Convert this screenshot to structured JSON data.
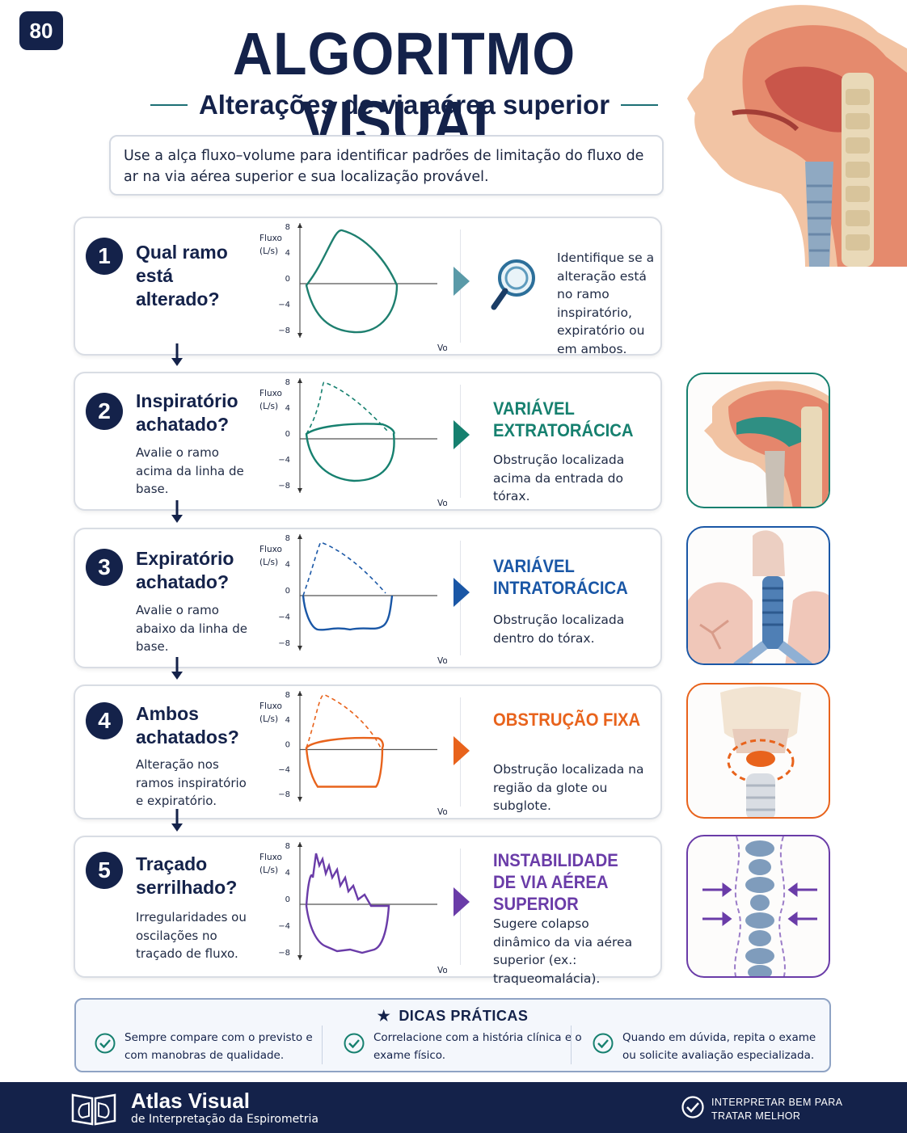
{
  "page_number": "80",
  "title": "ALGORITMO VISUAL",
  "subtitle": "Alterações de via aérea superior",
  "intro": "Use a alça fluxo–volume para identificar padrões de limitação do fluxo de ar na via aérea superior e sua localização provável.",
  "chart_labels": {
    "y_label_line1": "Fluxo",
    "y_label_line2": "(L/s)",
    "x_label": "Volume (L)",
    "y_ticks": [
      "8",
      "4",
      "0",
      "−4",
      "−8"
    ]
  },
  "chart_data": [
    {
      "type": "line",
      "step": 1,
      "ylabel": "Fluxo (L/s)",
      "xlabel": "Volume (L)",
      "ylim": [
        -8,
        8
      ],
      "yticks": [
        8,
        4,
        0,
        -4,
        -8
      ],
      "series": [],
      "note_colors": {
        "line": "#1e7f6f"
      }
    },
    {
      "type": "line",
      "step": 2,
      "ylabel": "Fluxo (L/s)",
      "xlabel": "Volume (L)",
      "ylim": [
        -8,
        8
      ],
      "yticks": [
        8,
        4,
        0,
        -4,
        -8
      ],
      "series": []
    },
    {
      "type": "line",
      "step": 3,
      "ylabel": "Fluxo (L/s)",
      "xlabel": "Volume (L)",
      "ylim": [
        -8,
        8
      ],
      "yticks": [
        8,
        4,
        0,
        -4,
        -8
      ],
      "series": []
    },
    {
      "type": "line",
      "step": 4,
      "ylabel": "Fluxo (L/s)",
      "xlabel": "Volume (L)",
      "ylim": [
        -8,
        8
      ],
      "yticks": [
        8,
        4,
        0,
        -4,
        -8
      ],
      "series": []
    },
    {
      "type": "line",
      "step": 5,
      "ylabel": "Fluxo (L/s)",
      "xlabel": "Volume (L)",
      "ylim": [
        -8,
        8
      ],
      "yticks": [
        8,
        4,
        0,
        -4,
        -8
      ],
      "series": []
    }
  ],
  "steps": [
    {
      "num": "1",
      "question": "Qual ramo está alterado?",
      "description": "",
      "result_title": "",
      "result_desc": "Identifique se a alteração está no ramo inspiratório, expiratório ou em ambos.",
      "color": "#1e7f6f",
      "arrow_color": "#5a9aa8",
      "icon": "magnifier-icon"
    },
    {
      "num": "2",
      "question": "Inspiratório achatado?",
      "description": "Avalie o ramo acima da linha de base.",
      "result_title": "VARIÁVEL EXTRATORÁCICA",
      "result_desc": "Obstrução localizada acima da entrada do tórax.",
      "color": "#16806f",
      "arrow_color": "#16806f"
    },
    {
      "num": "3",
      "question": "Expiratório achatado?",
      "description": "Avalie o ramo abaixo da linha de base.",
      "result_title": "VARIÁVEL INTRATORÁCICA",
      "result_desc": "Obstrução localizada dentro do tórax.",
      "color": "#1a57a6",
      "arrow_color": "#1a57a6"
    },
    {
      "num": "4",
      "question": "Ambos achatados?",
      "description": "Alteração nos ramos inspiratório e expiratório.",
      "result_title": "OBSTRUÇÃO FIXA",
      "result_desc": "Obstrução localizada na região da glote ou subglote.",
      "color": "#e8631c",
      "arrow_color": "#e8631c"
    },
    {
      "num": "5",
      "question": "Traçado serrilhado?",
      "description": "Irregularidades ou oscilações no traçado de fluxo.",
      "result_title": "INSTABILIDADE DE VIA AÉREA SUPERIOR",
      "result_desc": "Sugere colapso dinâmico da via aérea superior (ex.: traqueomalácia).",
      "color": "#6a3ca8",
      "arrow_color": "#6a3ca8"
    }
  ],
  "tips": {
    "title": "DICAS PRÁTICAS",
    "items": [
      "Sempre compare com o previsto e com manobras de qualidade.",
      "Correlacione com a história clínica e o exame físico.",
      "Quando em dúvida, repita o exame ou solicite avaliação especializada."
    ]
  },
  "footer": {
    "brand": "Atlas Visual",
    "brand_sub": "de Interpretação da Espirometria",
    "motto": "INTERPRETAR BEM PARA TRATAR MELHOR"
  }
}
